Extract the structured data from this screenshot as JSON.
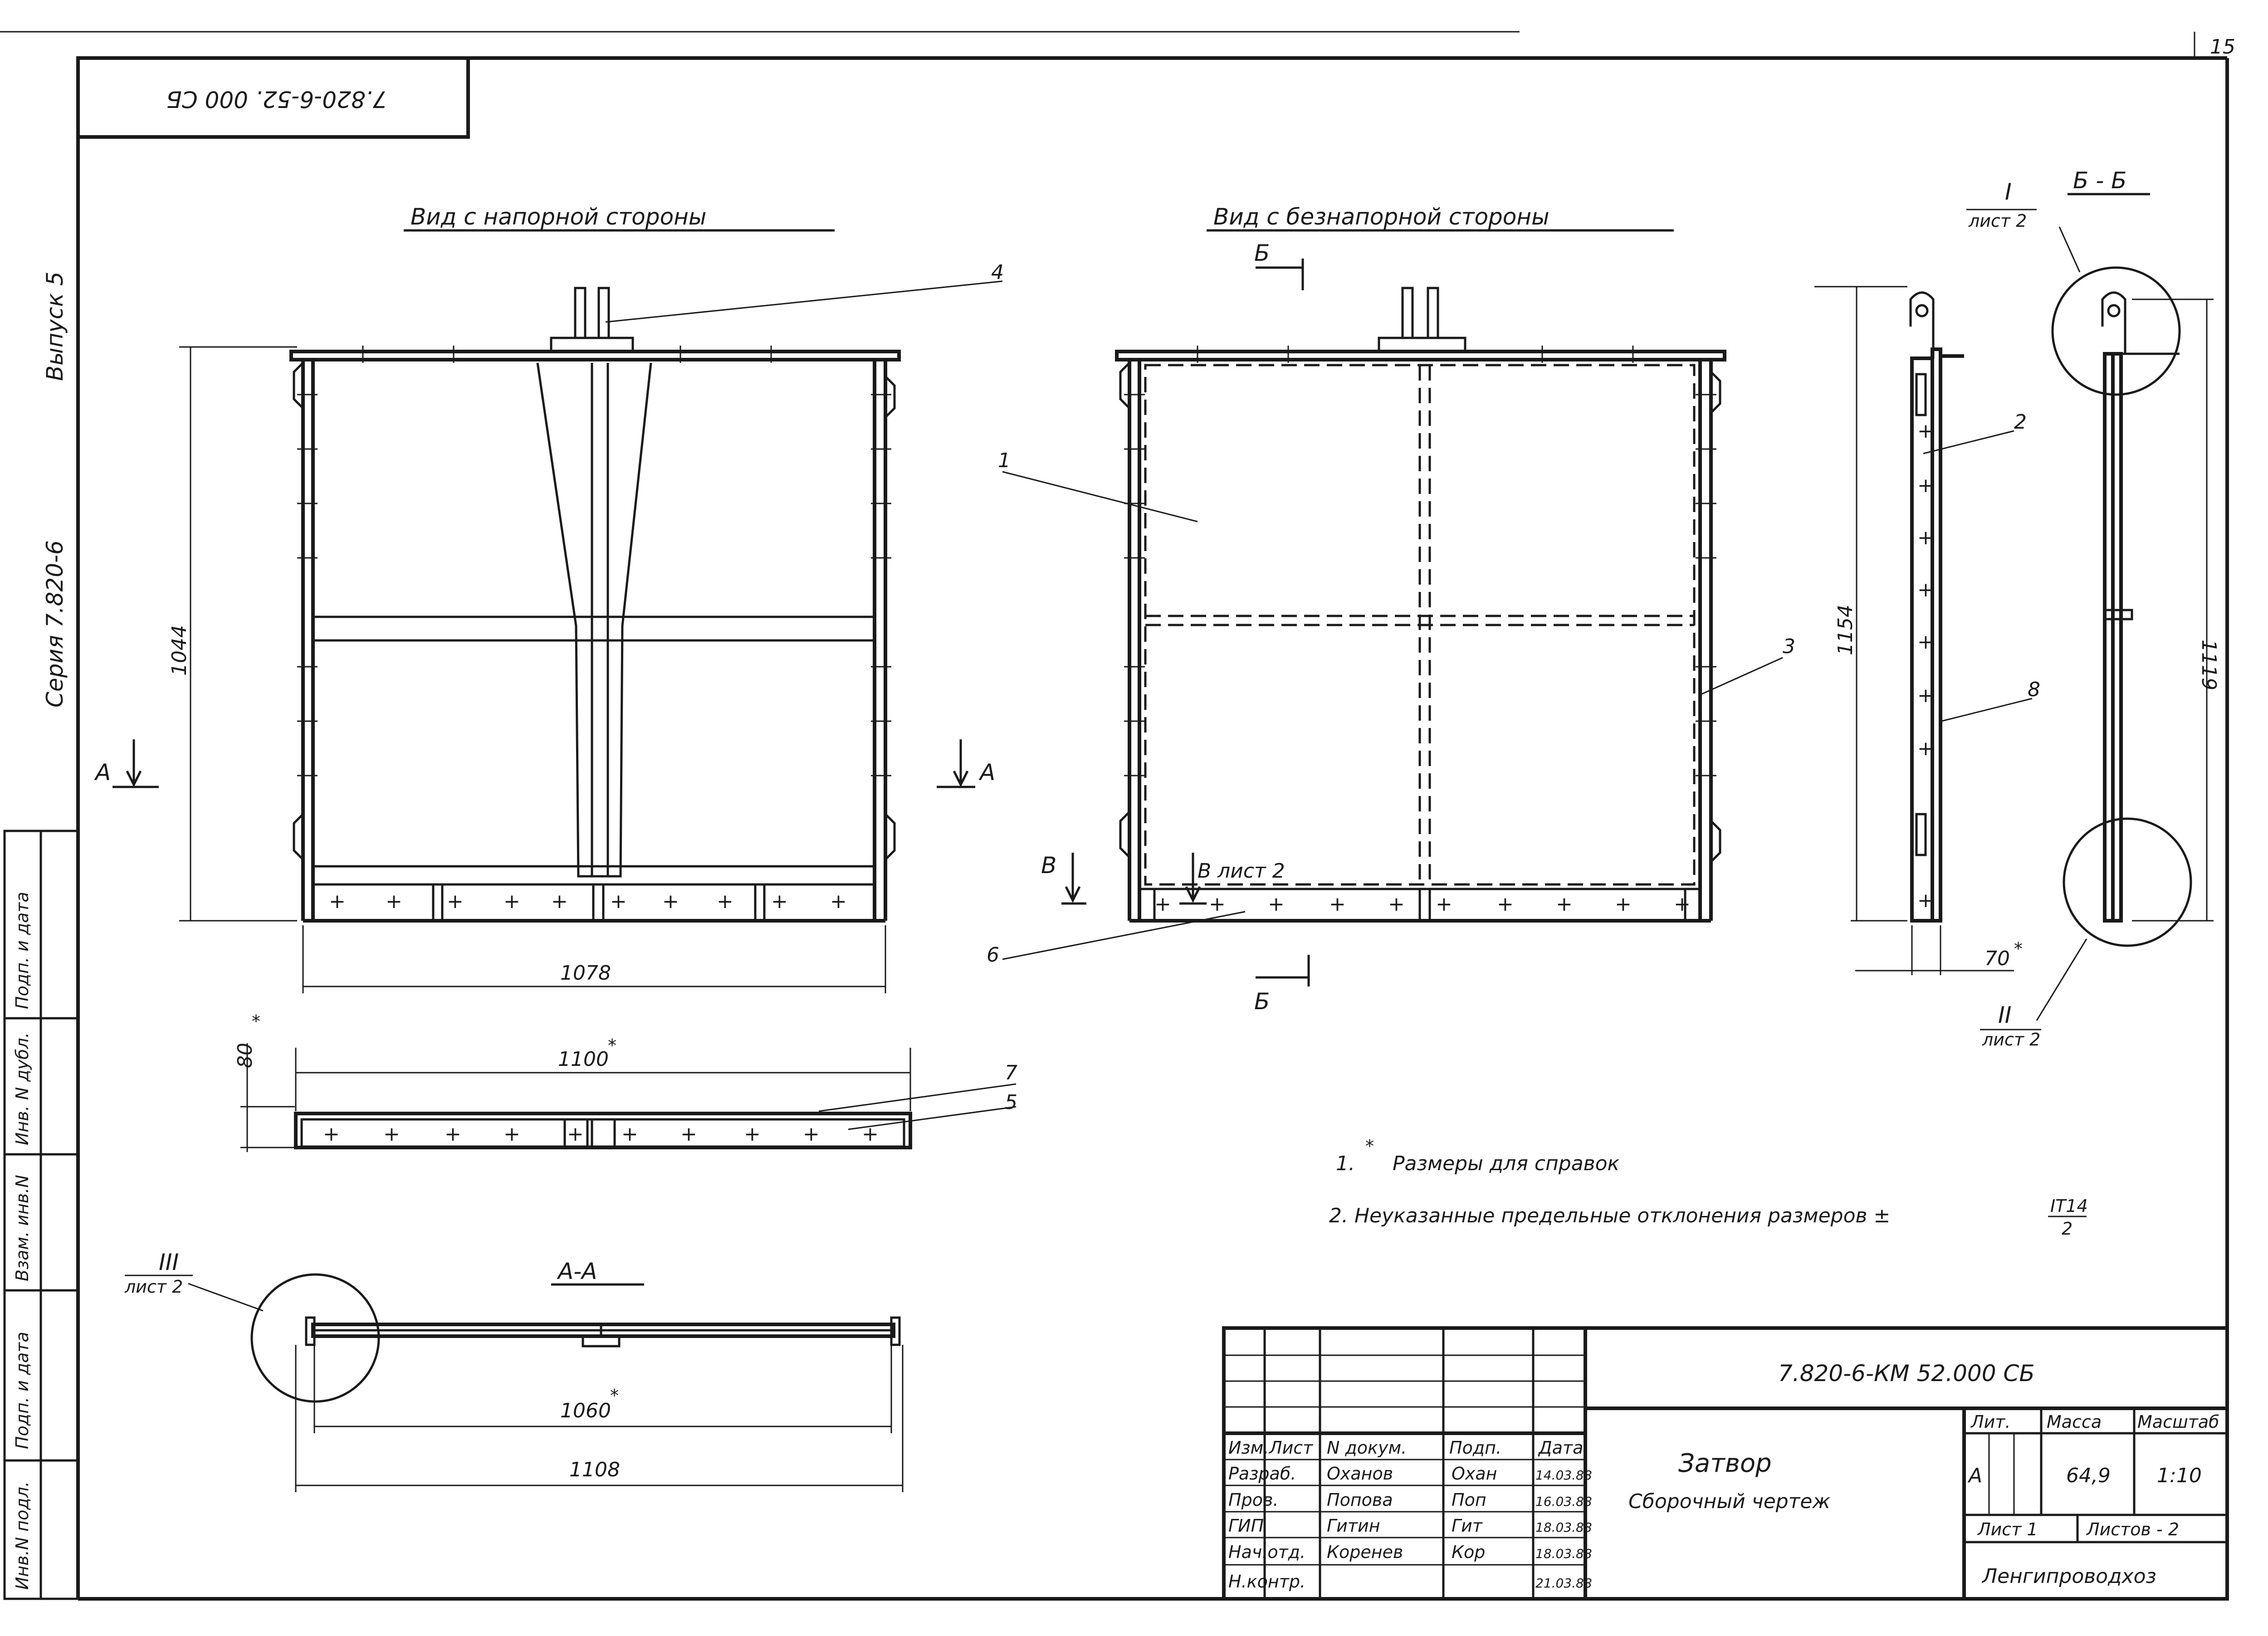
{
  "stamp": {
    "code_mirrored": "7.820-6-52. 000 СБ"
  },
  "side_strip": {
    "series": "Серия  7.820-6",
    "issue": "Выпуск 5"
  },
  "sheet_corner": {
    "num": "15"
  },
  "left_stamp": [
    "Инв.N подл.",
    "Подп. и дата",
    "Взам. инв.N",
    "Инв. N дубл.",
    "Подп. и дата"
  ],
  "views": {
    "front_title": "Вид с напорной стороны",
    "back_title": "Вид с безнапорной стороны",
    "section_bb": "Б - Б",
    "section_aa": "А-А"
  },
  "dims": {
    "h1044": "1044",
    "w1078": "1078",
    "w1100": "1100",
    "h80": "80",
    "w1060": "1060",
    "w1108": "1108",
    "h1154": "1154",
    "h1119": "1119",
    "w70": "70",
    "star": "*"
  },
  "markers": {
    "A": "А",
    "B_cyr": "Б",
    "V": "В",
    "V_list": "В лист 2",
    "I": "I",
    "II": "II",
    "III": "III",
    "list2": "лист 2"
  },
  "callouts": [
    "1",
    "2",
    "3",
    "4",
    "5",
    "6",
    "7",
    "8"
  ],
  "notes": {
    "n1_num": "1.",
    "n1_star": "*",
    "n1_text": "Размеры для справок",
    "n2_text": "2. Неуказанные предельные отклонения размеров ±",
    "n2_frac_top": "IT14",
    "n2_frac_bot": "2"
  },
  "title_block": {
    "doc_code": "7.820-6-КМ 52.000 СБ",
    "title_line1": "Затвор",
    "title_line2": "Сборочный чертеж",
    "col_headers": [
      "Изм.",
      "Лист",
      "N докум.",
      "Подп.",
      "Дата"
    ],
    "rows": [
      {
        "role": "Разраб.",
        "name": "Оханов",
        "sig": "Охан",
        "date": "14.03.88"
      },
      {
        "role": "Пров.",
        "name": "Попова",
        "sig": "Поп",
        "date": "16.03.88"
      },
      {
        "role": "ГИП",
        "name": "Гитин",
        "sig": "Гит",
        "date": "18.03.88"
      },
      {
        "role": "Нач.отд.",
        "name": "Коренев",
        "sig": "Кор",
        "date": "18.03.88"
      },
      {
        "role": "Н.контр.",
        "name": "",
        "sig": "",
        "date": "21.03.88"
      }
    ],
    "lit_header": "Лит.",
    "mass_header": "Масса",
    "scale_header": "Масштаб",
    "lit_value": "А",
    "mass_value": "64,9",
    "scale_value": "1:10",
    "sheet_label": "Лист 1",
    "sheets_label": "Листов - 2",
    "org": "Ленгипроводхоз"
  }
}
